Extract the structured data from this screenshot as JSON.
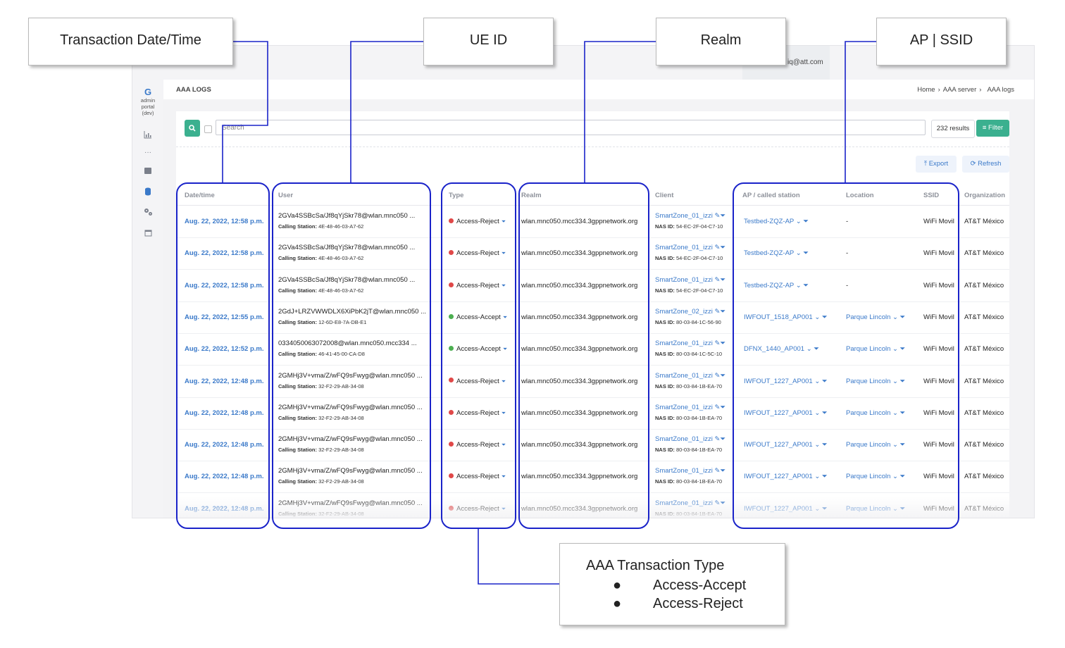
{
  "header": {
    "user_email": "iq@att.com"
  },
  "brand": {
    "letter": "G",
    "line1": "admin",
    "line2": "portal",
    "line3": "(dev)"
  },
  "page": {
    "title": "AAA LOGS",
    "breadcrumbs": [
      "Home",
      "AAA server",
      "AAA logs"
    ],
    "separator": "›"
  },
  "toolbar": {
    "search_placeholder": "Search",
    "results": "232 results",
    "filter_label": "Filter",
    "export_label": "Export",
    "refresh_label": "Refresh"
  },
  "table": {
    "columns": [
      "Date/time",
      "User",
      "Type",
      "Realm",
      "Client",
      "AP / called station",
      "Location",
      "SSID",
      "Organization"
    ],
    "calling_label": "Calling Station:",
    "nas_label": "NAS ID:",
    "rows": [
      {
        "date": "Aug. 22, 2022, 12:58 p.m.",
        "user": "2GVa4SSBcSa/Jf8qYjSkr78@wlan.mnc050 ...",
        "calling": "4E-48-46-03-A7-62",
        "type": "Access-Reject",
        "status": "reject",
        "realm": "wlan.mnc050.mcc334.3gppnetwork.org",
        "client": "SmartZone_01_izzi",
        "nas": "54-EC-2F-04-C7-10",
        "ap": "Testbed-ZQZ-AP",
        "location": "-",
        "ssid": "WiFi Movil",
        "org": "AT&T México"
      },
      {
        "date": "Aug. 22, 2022, 12:58 p.m.",
        "user": "2GVa4SSBcSa/Jf8qYjSkr78@wlan.mnc050 ...",
        "calling": "4E-48-46-03-A7-62",
        "type": "Access-Reject",
        "status": "reject",
        "realm": "wlan.mnc050.mcc334.3gppnetwork.org",
        "client": "SmartZone_01_izzi",
        "nas": "54-EC-2F-04-C7-10",
        "ap": "Testbed-ZQZ-AP",
        "location": "-",
        "ssid": "WiFi Movil",
        "org": "AT&T México"
      },
      {
        "date": "Aug. 22, 2022, 12:58 p.m.",
        "user": "2GVa4SSBcSa/Jf8qYjSkr78@wlan.mnc050 ...",
        "calling": "4E-48-46-03-A7-62",
        "type": "Access-Reject",
        "status": "reject",
        "realm": "wlan.mnc050.mcc334.3gppnetwork.org",
        "client": "SmartZone_01_izzi",
        "nas": "54-EC-2F-04-C7-10",
        "ap": "Testbed-ZQZ-AP",
        "location": "-",
        "ssid": "WiFi Movil",
        "org": "AT&T México"
      },
      {
        "date": "Aug. 22, 2022, 12:55 p.m.",
        "user": "2GdJ+LRZVWWDLX6XiPbK2jT@wlan.mnc050 ...",
        "calling": "12-6D-E8-7A-DB-E1",
        "type": "Access-Accept",
        "status": "accept",
        "realm": "wlan.mnc050.mcc334.3gppnetwork.org",
        "client": "SmartZone_02_izzi",
        "nas": "80-03-84-1C-56-90",
        "ap": "IWFOUT_1518_AP001",
        "location": "Parque Lincoln",
        "ssid": "WiFi Movil",
        "org": "AT&T México"
      },
      {
        "date": "Aug. 22, 2022, 12:52 p.m.",
        "user": "0334050063072008@wlan.mnc050.mcc334 ...",
        "calling": "46-41-45-00-CA-D8",
        "type": "Access-Accept",
        "status": "accept",
        "realm": "wlan.mnc050.mcc334.3gppnetwork.org",
        "client": "SmartZone_01_izzi",
        "nas": "80-03-84-1C-5C-10",
        "ap": "DFNX_1440_AP001",
        "location": "Parque Lincoln",
        "ssid": "WiFi Movil",
        "org": "AT&T México"
      },
      {
        "date": "Aug. 22, 2022, 12:48 p.m.",
        "user": "2GMHj3V+vma/Z/wFQ9sFwyg@wlan.mnc050 ...",
        "calling": "32-F2-29-AB-34-08",
        "type": "Access-Reject",
        "status": "reject",
        "realm": "wlan.mnc050.mcc334.3gppnetwork.org",
        "client": "SmartZone_01_izzi",
        "nas": "80-03-84-1B-EA-70",
        "ap": "IWFOUT_1227_AP001",
        "location": "Parque Lincoln",
        "ssid": "WiFi Movil",
        "org": "AT&T México"
      },
      {
        "date": "Aug. 22, 2022, 12:48 p.m.",
        "user": "2GMHj3V+vma/Z/wFQ9sFwyg@wlan.mnc050 ...",
        "calling": "32-F2-29-AB-34-08",
        "type": "Access-Reject",
        "status": "reject",
        "realm": "wlan.mnc050.mcc334.3gppnetwork.org",
        "client": "SmartZone_01_izzi",
        "nas": "80-03-84-1B-EA-70",
        "ap": "IWFOUT_1227_AP001",
        "location": "Parque Lincoln",
        "ssid": "WiFi Movil",
        "org": "AT&T México"
      },
      {
        "date": "Aug. 22, 2022, 12:48 p.m.",
        "user": "2GMHj3V+vma/Z/wFQ9sFwyg@wlan.mnc050 ...",
        "calling": "32-F2-29-AB-34-08",
        "type": "Access-Reject",
        "status": "reject",
        "realm": "wlan.mnc050.mcc334.3gppnetwork.org",
        "client": "SmartZone_01_izzi",
        "nas": "80-03-84-1B-EA-70",
        "ap": "IWFOUT_1227_AP001",
        "location": "Parque Lincoln",
        "ssid": "WiFi Movil",
        "org": "AT&T México"
      },
      {
        "date": "Aug. 22, 2022, 12:48 p.m.",
        "user": "2GMHj3V+vma/Z/wFQ9sFwyg@wlan.mnc050 ...",
        "calling": "32-F2-29-AB-34-08",
        "type": "Access-Reject",
        "status": "reject",
        "realm": "wlan.mnc050.mcc334.3gppnetwork.org",
        "client": "SmartZone_01_izzi",
        "nas": "80-03-84-1B-EA-70",
        "ap": "IWFOUT_1227_AP001",
        "location": "Parque Lincoln",
        "ssid": "WiFi Movil",
        "org": "AT&T México"
      },
      {
        "date": "Aug. 22, 2022, 12:48 p.m.",
        "user": "2GMHj3V+vma/Z/wFQ9sFwyg@wlan.mnc050 ...",
        "calling": "32-F2-29-AB-34-08",
        "type": "Access-Reject",
        "status": "reject",
        "realm": "wlan.mnc050.mcc334.3gppnetwork.org",
        "client": "SmartZone_01_izzi",
        "nas": "80-03-84-1B-EA-70",
        "ap": "IWFOUT_1227_AP001",
        "location": "Parque Lincoln",
        "ssid": "WiFi Movil",
        "org": "AT&T México"
      }
    ]
  },
  "annotations": {
    "datetime": "Transaction Date/Time",
    "ueid": "UE ID",
    "realm": "Realm",
    "apssid": "AP | SSID",
    "type_title": "AAA Transaction Type",
    "type_items": [
      "Access-Accept",
      "Access-Reject"
    ],
    "bullet": "●"
  },
  "colors": {
    "accent": "#3a79c9",
    "green": "#3bb08f",
    "reject": "#e04848",
    "accept": "#4caf50",
    "ring": "#1a23c9"
  },
  "icons": {
    "search": "search-icon",
    "filter": "filter-icon",
    "export": "export-icon",
    "refresh": "refresh-icon",
    "sidebar": [
      "chart-icon",
      "more-icon",
      "archive-icon",
      "database-icon",
      "gears-icon",
      "calendar-icon"
    ]
  }
}
